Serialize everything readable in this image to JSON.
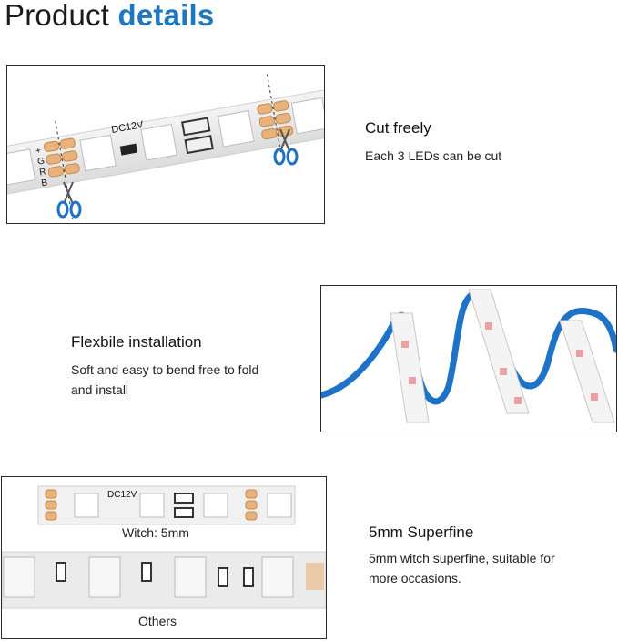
{
  "title": {
    "part1": "Product ",
    "part2": "details"
  },
  "colors": {
    "accent": "#1d78bf",
    "strip_blue": "#1e73c8"
  },
  "section1": {
    "heading": "Cut freely",
    "text": "Each 3 LEDs can be cut",
    "strip_label": "DC12V",
    "pads": [
      "+",
      "G",
      "R",
      "B"
    ]
  },
  "section2": {
    "heading": "Flexbile installation",
    "line1": "Soft and easy to bend free to fold",
    "line2": "and install"
  },
  "section3": {
    "heading": "5mm Superfine",
    "line1": "5mm witch superfine, suitable for",
    "line2": "more occasions.",
    "caption_top": "Witch: 5mm",
    "caption_bottom": "Others",
    "strip_label": "DC12V"
  }
}
